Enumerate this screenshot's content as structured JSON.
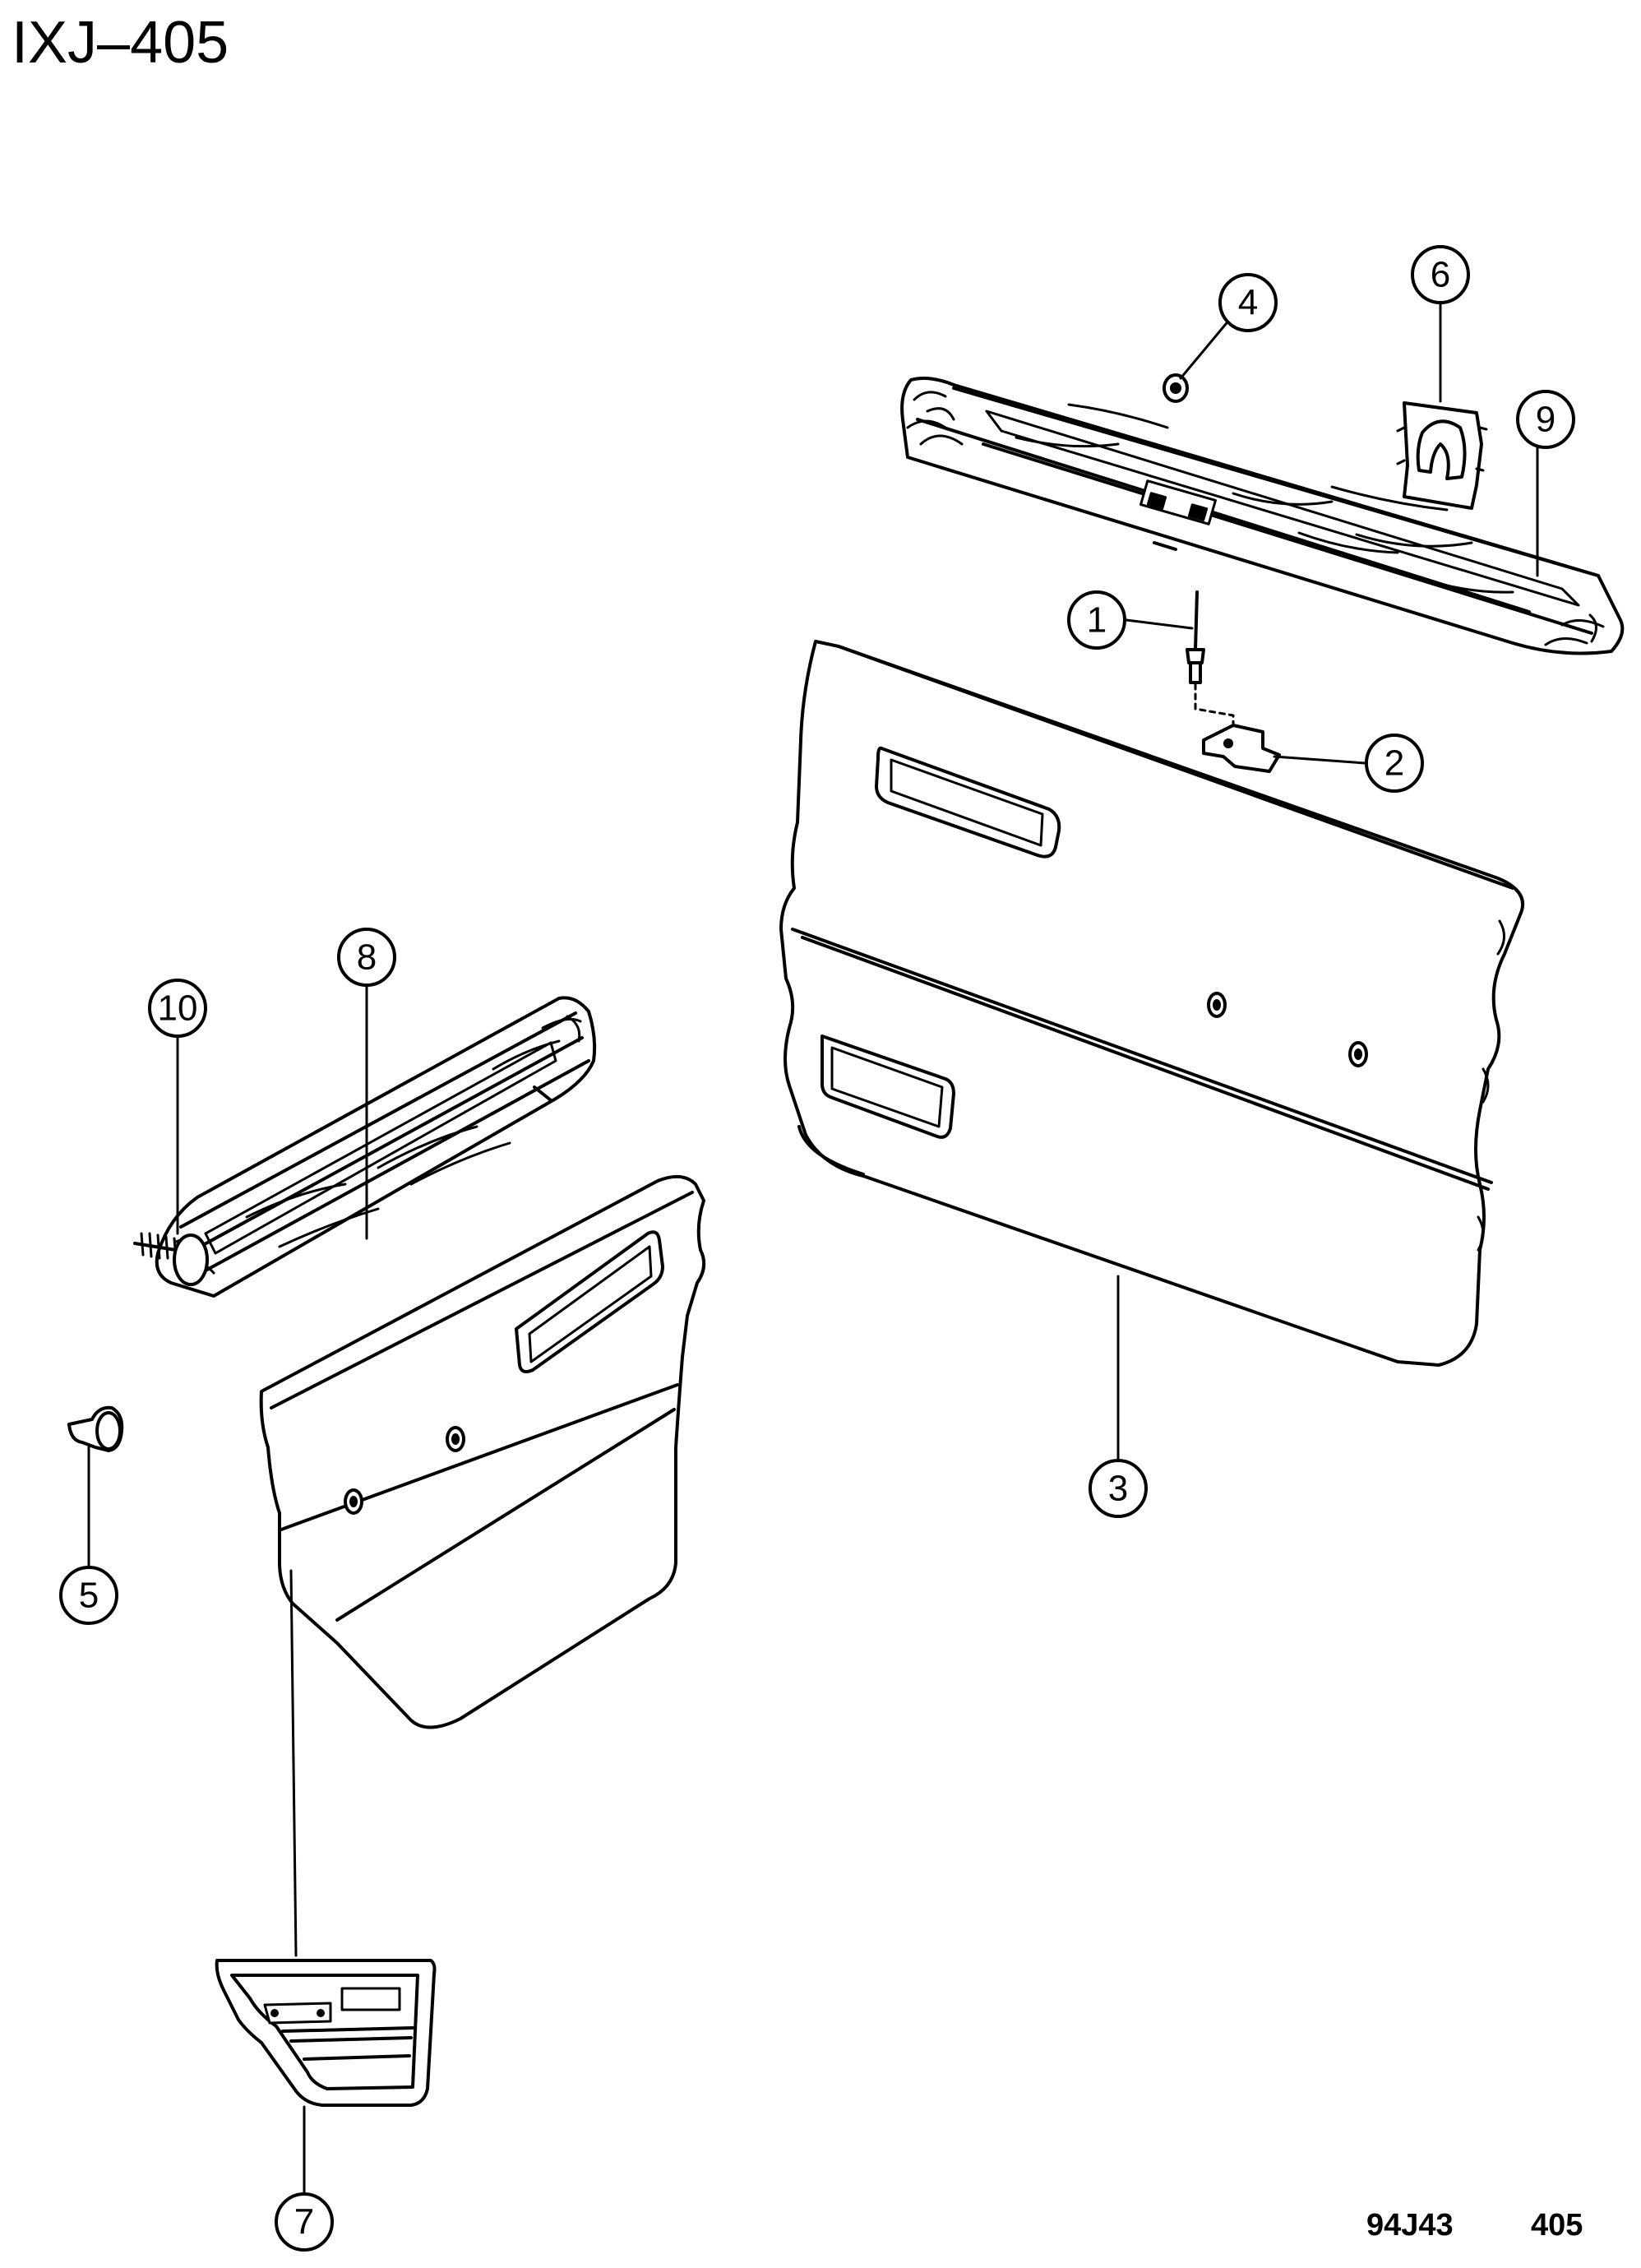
{
  "header": {
    "code": "IXJ–405"
  },
  "footer": {
    "ref_left": "94J43",
    "ref_right": "405"
  },
  "callouts": [
    {
      "num": "1"
    },
    {
      "num": "2"
    },
    {
      "num": "3"
    },
    {
      "num": "4"
    },
    {
      "num": "5"
    },
    {
      "num": "6"
    },
    {
      "num": "7"
    },
    {
      "num": "8"
    },
    {
      "num": "9"
    },
    {
      "num": "10"
    }
  ]
}
